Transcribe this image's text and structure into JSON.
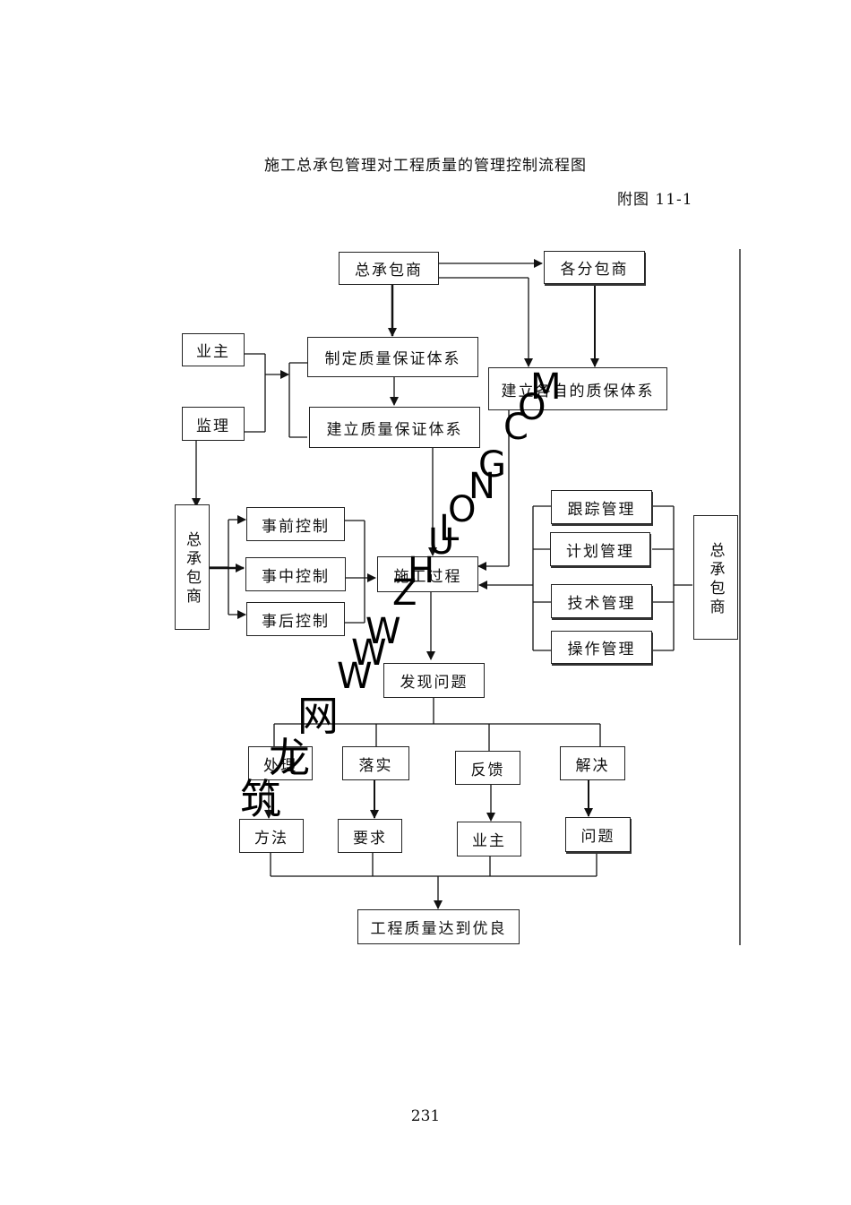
{
  "title": "施工总承包管理对工程质量的管理控制流程图",
  "subtitle": "附图 11-1",
  "page_number": "231",
  "nodes": {
    "general_contractor_top": "总承包商",
    "subcontractors": "各分包商",
    "owner": "业主",
    "supervisor": "监理",
    "formulate_qa": "制定质量保证体系",
    "establish_qa": "建立质量保证体系",
    "sub_qa": "建立各自的质保体系",
    "general_contractor_left": "总承包商",
    "pre_control": "事前控制",
    "mid_control": "事中控制",
    "post_control": "事后控制",
    "construction_process": "施工过程",
    "tracking": "跟踪管理",
    "planning": "计划管理",
    "technical": "技术管理",
    "operation": "操作管理",
    "general_contractor_right": "总承包商",
    "find_problem": "发现问题",
    "handle": "处理",
    "implement": "落实",
    "feedback": "反馈",
    "solve": "解决",
    "method": "方法",
    "requirement": "要求",
    "owner_bottom": "业主",
    "problem": "问题",
    "result": "工程质量达到优良"
  },
  "watermark": [
    "W",
    "W",
    "W",
    "Z",
    "H",
    "U",
    "L",
    "O",
    "N",
    "G",
    "C",
    "O",
    "M",
    "网",
    "龙",
    "筑"
  ]
}
